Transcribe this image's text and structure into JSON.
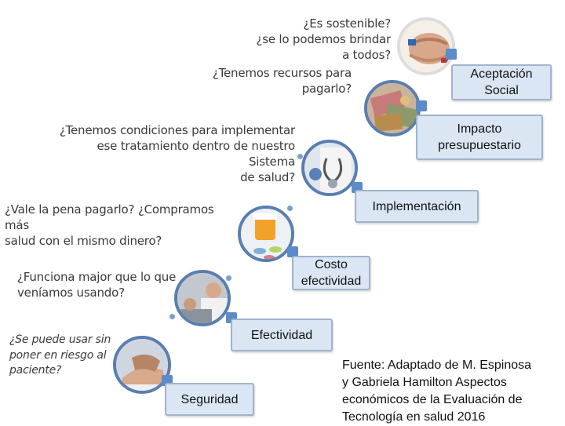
{
  "steps": [
    {
      "box": "Aceptación\nSocial",
      "question": "¿Es sostenible?\n¿se lo podemos brindar\na todos?"
    },
    {
      "box": "Impacto\npresupuestario",
      "question": "¿Tenemos recursos para\npagarlo?"
    },
    {
      "box": "Implementación",
      "question": "¿Tenemos condiciones para implementar\nese tratamiento dentro de nuestro Sistema\nde salud?"
    },
    {
      "box": "Costo\nefectividad",
      "question": "¿Vale la pena pagarlo? ¿Compramos más\nsalud con el mismo dinero?"
    },
    {
      "box": "Efectividad",
      "question": "¿Funciona major que lo que\nveníamos usando?"
    },
    {
      "box": "Seguridad",
      "question": "¿Se puede usar sin\nponer en riesgo al\npaciente?"
    }
  ],
  "source": "Fuente: Adaptado de M. Espinosa\ny Gabriela Hamilton Aspectos\neconómicos de la Evaluación de\nTecnología en salud 2016",
  "colors": {
    "box_fill": "#dbe6f4",
    "box_border": "#9fb3cc",
    "circle_border": "#5a7eb0",
    "tab": "#5b8bc9"
  },
  "icons": [
    "hands-together-photo",
    "money-photo",
    "stethoscope-photo",
    "pills-photo",
    "doctor-patient-photo",
    "hand-care-photo"
  ]
}
